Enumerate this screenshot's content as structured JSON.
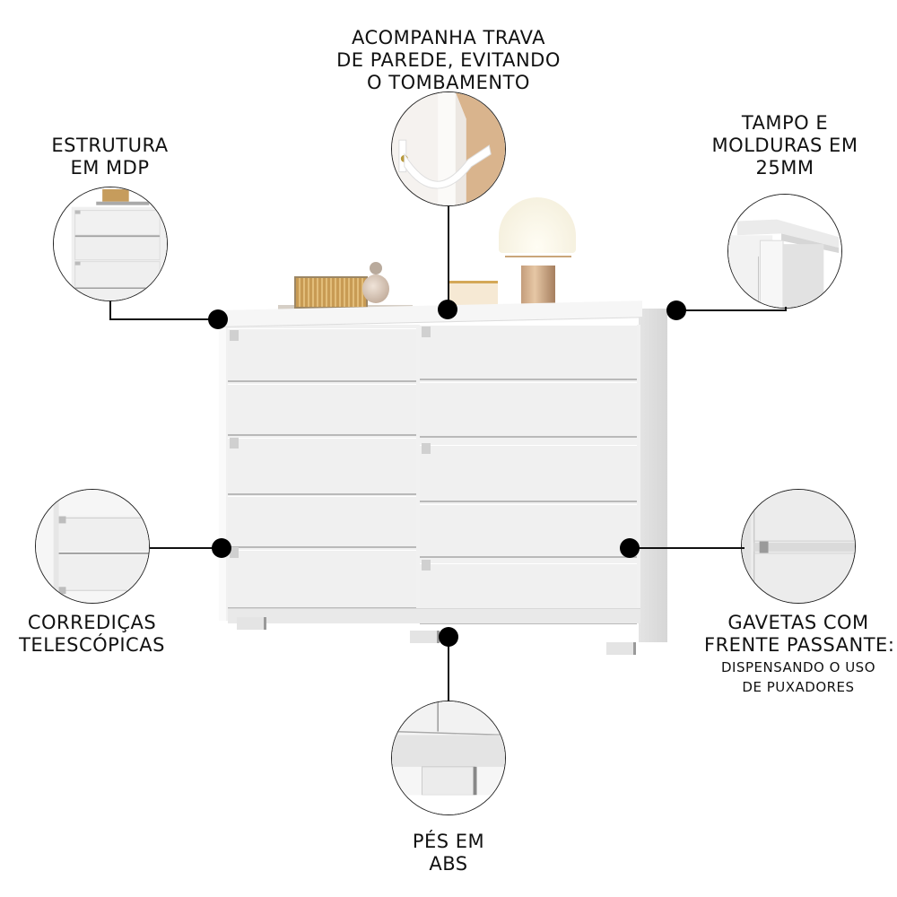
{
  "callouts": [
    {
      "id": "wall-anchor",
      "lines": [
        "ACOMPANHA TRAVA",
        "DE PAREDE, EVITANDO",
        "O TOMBAMENTO"
      ]
    },
    {
      "id": "mdp-structure",
      "lines": [
        "ESTRUTURA",
        "EM MDP"
      ]
    },
    {
      "id": "top-25mm",
      "lines": [
        "TAMPO E",
        "MOLDURAS EM",
        "25MM"
      ]
    },
    {
      "id": "telescopic-slides",
      "lines": [
        "CORREDIÇAS",
        "TELESCÓPICAS"
      ]
    },
    {
      "id": "drawer-front",
      "lines": [
        "GAVETAS COM",
        "FRENTE PASSANTE:"
      ],
      "sub_lines": [
        "DISPENSANDO O USO",
        "DE PUXADORES"
      ]
    },
    {
      "id": "abs-feet",
      "lines": [
        "PÉS EM",
        "ABS"
      ]
    }
  ],
  "product": {
    "name": "Cômoda 10 gavetas",
    "drawers": 10,
    "color": "#f0f0f0",
    "decor": [
      "rattan box",
      "books",
      "glass bottle",
      "candle",
      "dome table lamp"
    ]
  },
  "colors": {
    "text": "#111111",
    "dot": "#000000",
    "line": "#111111",
    "background": "#ffffff"
  }
}
